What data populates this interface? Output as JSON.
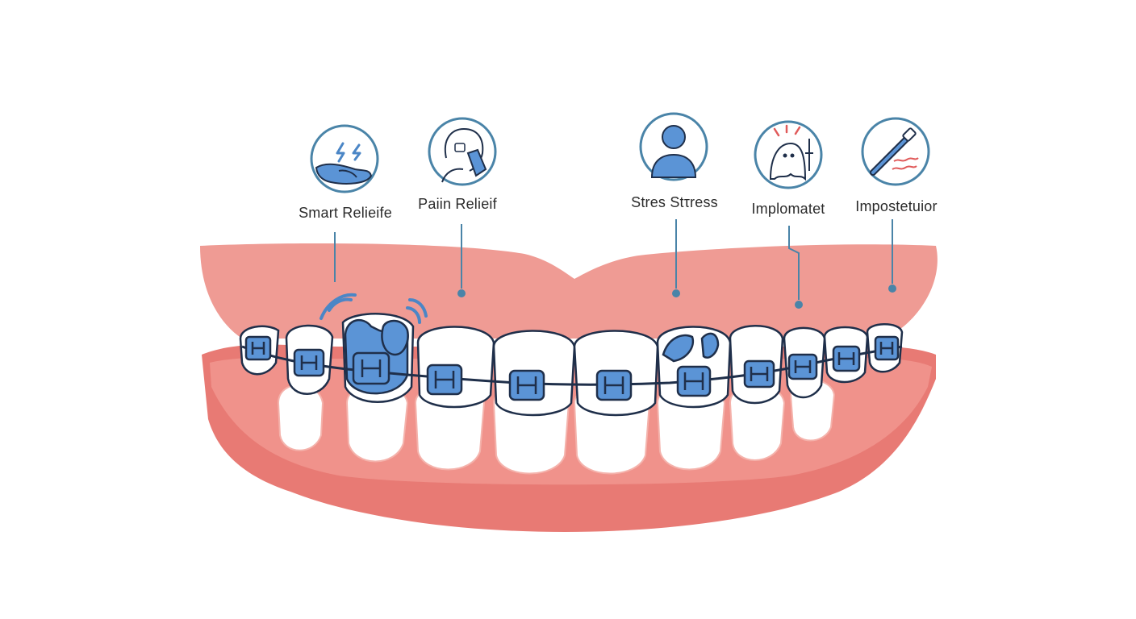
{
  "callouts": [
    {
      "id": "smart-relief",
      "label": "Smart Relieife",
      "icon": "wrist-lightning-icon"
    },
    {
      "id": "pain-relief",
      "label": "Paiin Relieif",
      "icon": "person-cheek-device-icon"
    },
    {
      "id": "stress",
      "label": "Stres Stτress",
      "icon": "person-bust-icon"
    },
    {
      "id": "implomatet",
      "label": "Implomatet",
      "icon": "ghost-alert-icon"
    },
    {
      "id": "impostetuior",
      "label": "Impostetuior",
      "icon": "brush-tool-icon"
    }
  ],
  "colors": {
    "gum_upper": "#ef9b94",
    "gum_lower": "#e87a74",
    "gum_shadow": "#f4b2ab",
    "tooth": "#ffffff",
    "outline": "#1f2f4a",
    "bracket_blue": "#5b94d6",
    "accent_blue": "#4b86c6",
    "icon_ring": "#4a84a8",
    "alert_red": "#e05a5a"
  }
}
